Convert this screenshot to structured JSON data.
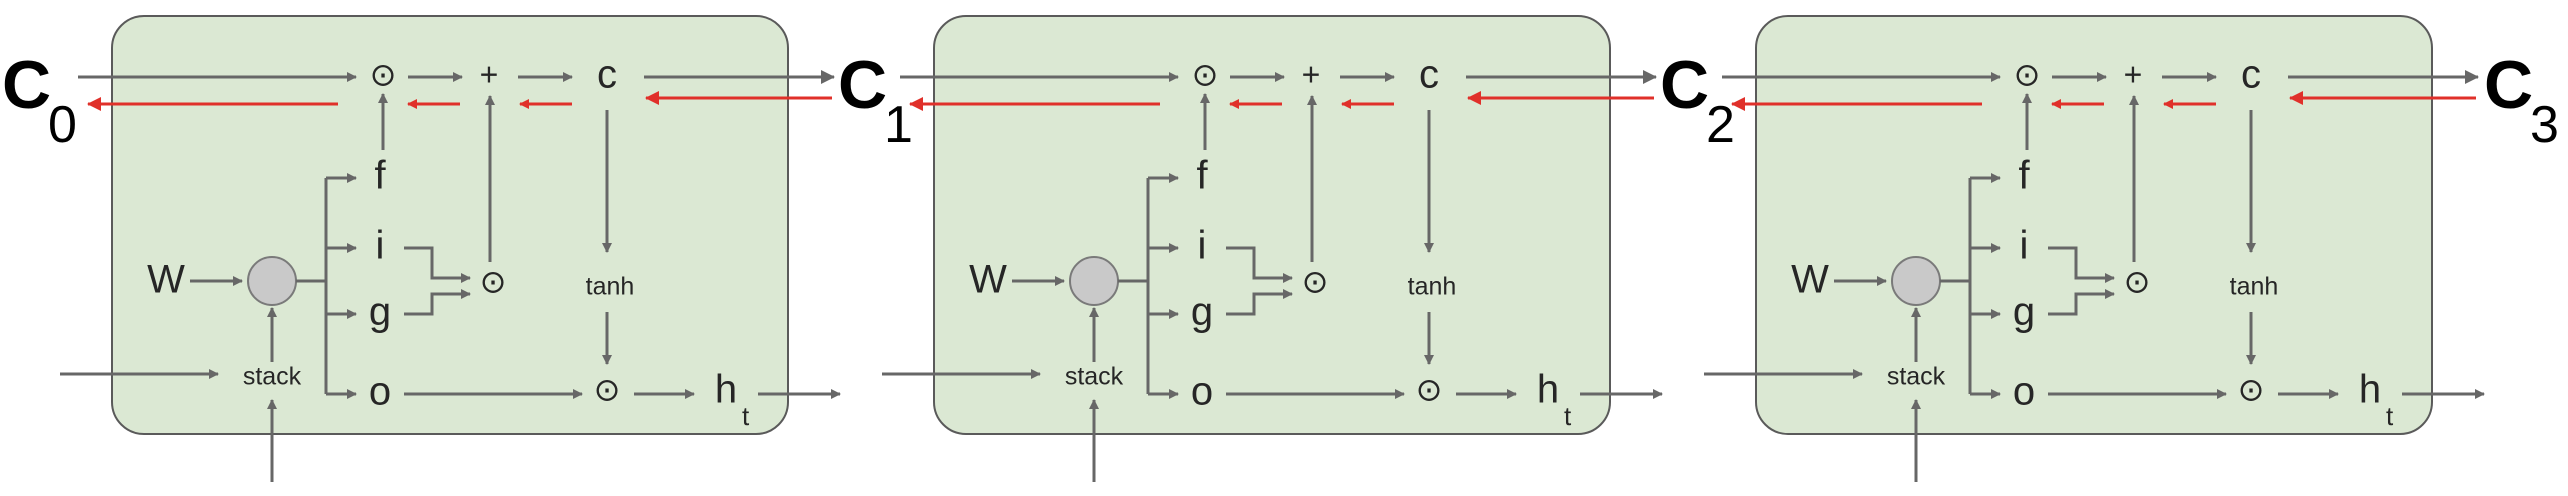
{
  "cell": {
    "forget_gate": "f",
    "input_gate": "i",
    "candidate_gate": "g",
    "output_gate": "o",
    "weight": "W",
    "stack": "stack",
    "cell_state": "c",
    "activation": "tanh",
    "multiply": "⊙",
    "add": "+",
    "hidden_main": "h",
    "hidden_sub": "t"
  },
  "states": [
    {
      "main": "C",
      "sub": "0"
    },
    {
      "main": "C",
      "sub": "1"
    },
    {
      "main": "C",
      "sub": "2"
    },
    {
      "main": "C",
      "sub": "3"
    }
  ],
  "colors": {
    "box_fill": "#dbe8d3",
    "line": "#676767",
    "backprop": "#e0302a",
    "node": "#c9c9c9"
  }
}
